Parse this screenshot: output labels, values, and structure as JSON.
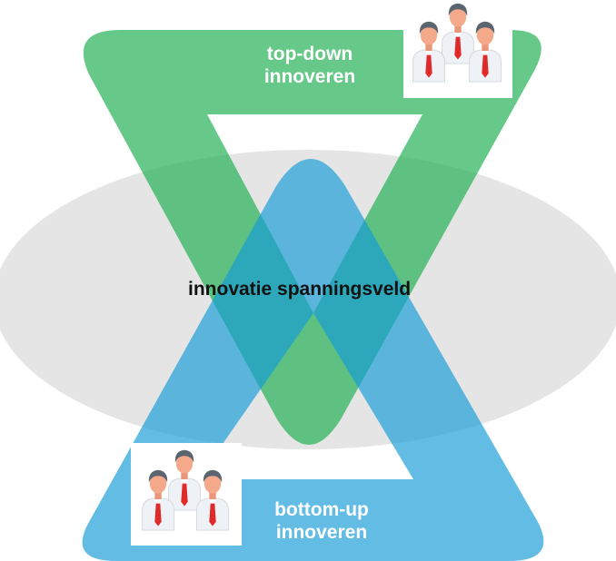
{
  "diagram": {
    "center_label": "innovatie spanningsveld",
    "top": {
      "label_line1": "top-down",
      "label_line2": "innoveren",
      "icon": "business-team-icon"
    },
    "bottom": {
      "label_line1": "bottom-up",
      "label_line2": "innoveren",
      "icon": "business-team-icon"
    }
  },
  "colors": {
    "green": "#1daf4f",
    "blue": "#159bd7",
    "ellipse": "#dcdcdc",
    "skin": "#f4a98a",
    "hair": "#5b6570",
    "shirt": "#eef1f5",
    "tie": "#e02a2a"
  }
}
